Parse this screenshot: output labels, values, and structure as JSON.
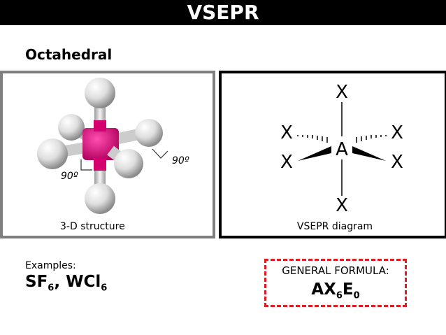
{
  "header": {
    "title": "VSEPR"
  },
  "section": {
    "subtitle": "Octahedral"
  },
  "left_panel": {
    "angle_right": "90º",
    "angle_left": "90º",
    "caption": "3-D structure"
  },
  "right_panel": {
    "central_atom": "A",
    "ligand": "X",
    "caption": "VSEPR diagram"
  },
  "examples": {
    "label": "Examples:",
    "compound1_base": "SF",
    "compound1_sub": "6",
    "separator": ",",
    "compound2_base": "WCl",
    "compound2_sub": "6"
  },
  "formula": {
    "label": "GENERAL FORMULA:",
    "part1": "AX",
    "sub1": "6",
    "part2": "E",
    "sub2": "0"
  },
  "colors": {
    "central_atom": "#e6007e",
    "ligand_sphere": "#e8e8e8",
    "dashed_border": "#e11b22",
    "left_border": "#7f7f7f"
  }
}
